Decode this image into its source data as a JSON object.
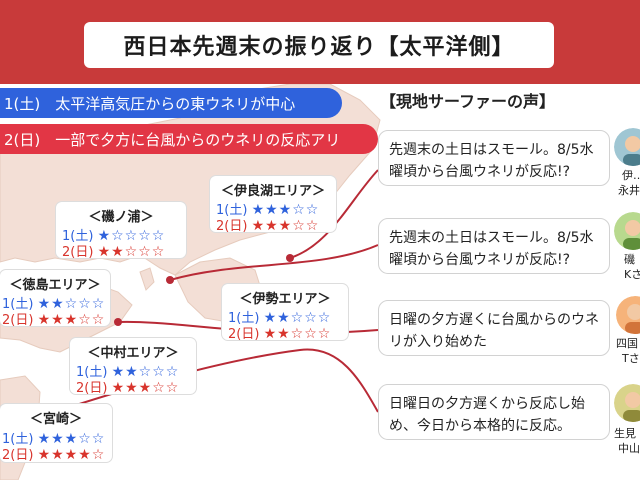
{
  "title": "西日本先週末の振り返り【太平洋側】",
  "summary": {
    "sat": "1(土)　太平洋高気圧からの東ウネリが中心",
    "sun": "2(日)　一部で夕方に台風からのウネリの反応アリ"
  },
  "colors": {
    "header_red": "#c83a3a",
    "blue": "#2f62dc",
    "red": "#e23645"
  },
  "areas": [
    {
      "name": "＜伊良湖エリア＞",
      "sat_label": "1(土)",
      "sat_stars": "★★★☆☆",
      "sun_label": "2(日)",
      "sun_stars": "★★★☆☆",
      "sat_rating": 2.5,
      "sun_rating": 3
    },
    {
      "name": "＜磯ノ浦＞",
      "sat_label": "1(土)",
      "sat_stars": "★☆☆☆☆",
      "sun_label": "2(日)",
      "sun_stars": "★★☆☆☆",
      "sat_rating": 1,
      "sun_rating": 1.5
    },
    {
      "name": "＜徳島エリア＞",
      "sat_label": "1(土)",
      "sat_stars": "★★☆☆☆",
      "sun_label": "2(日)",
      "sun_stars": "★★★☆☆",
      "sat_rating": 2,
      "sun_rating": 2.5
    },
    {
      "name": "＜伊勢エリア＞",
      "sat_label": "1(土)",
      "sat_stars": "★★☆☆☆",
      "sun_label": "2(日)",
      "sun_stars": "★★☆☆☆",
      "sat_rating": 2,
      "sun_rating": 2
    },
    {
      "name": "＜中村エリア＞",
      "sat_label": "1(土)",
      "sat_stars": "★★☆☆☆",
      "sun_label": "2(日)",
      "sun_stars": "★★★☆☆",
      "sat_rating": 2,
      "sun_rating": 2.5
    },
    {
      "name": "＜宮崎＞",
      "sat_label": "1(土)",
      "sat_stars": "★★★☆☆",
      "sun_label": "2(日)",
      "sun_stars": "★★★★☆",
      "sat_rating": 2.5,
      "sun_rating": 3.5
    }
  ],
  "voices": {
    "heading": "【現地サーファーの声】",
    "items": [
      {
        "text": "先週末の土日はスモール。8/5水曜頃から台風ウネリが反応!?",
        "name1": "伊…",
        "name2": "永井"
      },
      {
        "text": "先週末の土日はスモール。8/5水曜頃から台風ウネリが反応!?",
        "name1": "磯",
        "name2": "Kさ"
      },
      {
        "text": "日曜の夕方遅くに台風からのウネリが入り始めた",
        "name1": "四国",
        "name2": "Tさ"
      },
      {
        "text": "日曜日の夕方遅くから反応し始め、今日から本格的に反応。",
        "name1": "生見・",
        "name2": "中山"
      }
    ]
  }
}
